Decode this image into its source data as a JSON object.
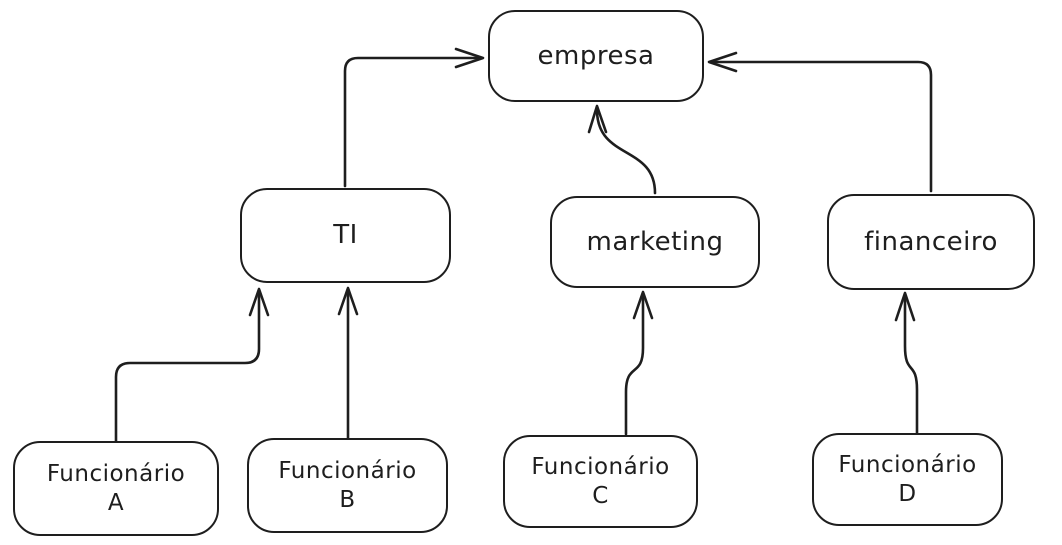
{
  "diagram": {
    "type": "org-chart",
    "colors": {
      "stroke": "#1e1e1e",
      "background": "#ffffff"
    },
    "nodes": {
      "empresa": {
        "label": "empresa"
      },
      "ti": {
        "label": "TI"
      },
      "marketing": {
        "label": "marketing"
      },
      "financeiro": {
        "label": "financeiro"
      },
      "funcionario_a": {
        "line1": "Funcionário",
        "line2": "A"
      },
      "funcionario_b": {
        "line1": "Funcionário",
        "line2": "B"
      },
      "funcionario_c": {
        "line1": "Funcionário",
        "line2": "C"
      },
      "funcionario_d": {
        "line1": "Funcionário",
        "line2": "D"
      }
    },
    "edges": [
      {
        "from": "TI",
        "to": "empresa"
      },
      {
        "from": "marketing",
        "to": "empresa"
      },
      {
        "from": "financeiro",
        "to": "empresa"
      },
      {
        "from": "Funcionário A",
        "to": "TI"
      },
      {
        "from": "Funcionário B",
        "to": "TI"
      },
      {
        "from": "Funcionário C",
        "to": "marketing"
      },
      {
        "from": "Funcionário D",
        "to": "financeiro"
      }
    ]
  }
}
